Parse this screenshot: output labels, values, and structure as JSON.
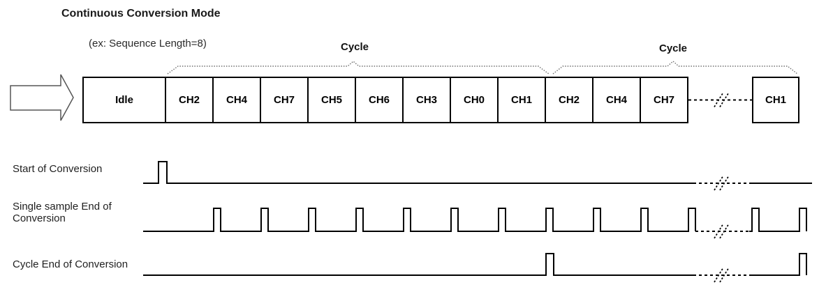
{
  "title": "Continuous Conversion Mode",
  "subtitle": "(ex: Sequence Length=8)",
  "cycle_labels": {
    "first": "Cycle",
    "second": "Cycle"
  },
  "sequence": {
    "idle": "Idle",
    "cycle1": [
      "CH2",
      "CH4",
      "CH7",
      "CH5",
      "CH6",
      "CH3",
      "CH0",
      "CH1"
    ],
    "cycle2_start": [
      "CH2",
      "CH4",
      "CH7"
    ],
    "after_break": "CH1"
  },
  "break_mark": "//",
  "signals": [
    {
      "id": "soc",
      "label": "Start of Conversion",
      "pulses_before_break": 1,
      "pulses_after_break": 0
    },
    {
      "id": "sseoc",
      "label": "Single sample End of Conversion",
      "pulses_before_break": 11,
      "pulses_after_break": 2
    },
    {
      "id": "ceoc",
      "label": "Cycle End of Conversion",
      "pulses_before_break": 1,
      "pulses_after_break": 1
    }
  ],
  "colors": {
    "line": "#000000",
    "background": "#ffffff",
    "brace": "#6e6e6e"
  }
}
